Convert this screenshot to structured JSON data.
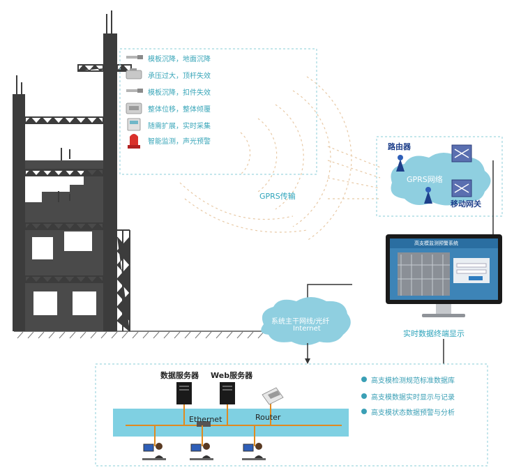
{
  "sensors": [
    {
      "label": "模板沉降，地面沉降",
      "icon": "displacement-sensor-icon"
    },
    {
      "label": "承压过大，顶杆失效",
      "icon": "load-cell-icon"
    },
    {
      "label": "模板沉降，扣件失效",
      "icon": "displacement-sensor-icon"
    },
    {
      "label": "整体位移，整体倾覆",
      "icon": "inclinometer-icon"
    },
    {
      "label": "随需扩展，实时采集",
      "icon": "data-collector-icon"
    },
    {
      "label": "智能监测，声光预警",
      "icon": "alarm-light-icon"
    }
  ],
  "gprs_label": "GPRS传输",
  "network": {
    "router_label": "路由器",
    "gprs_network_label": "GPRS网络",
    "gateway_label": "移动网关"
  },
  "backbone": {
    "line1": "系统主干网线/光纤",
    "line2": "Internet"
  },
  "terminal": {
    "label": "实时数据终端显示",
    "screen_title": "高支模监测预警系统"
  },
  "server_room": {
    "data_server_label": "数据服务器",
    "web_server_label": "Web服务器",
    "ethernet_label": "Ethernet",
    "router_label": "Router"
  },
  "features": [
    "高支模检测规范标准数据库",
    "高支模数据实时显示与记录",
    "高支模状态数据预警与分析"
  ],
  "colors": {
    "structure": "#3c3c3c",
    "accent": "#2fa4bb",
    "cloud": "#8fcfe0",
    "bar": "#7fd0e2",
    "dashed_box": "#9fd6df"
  }
}
